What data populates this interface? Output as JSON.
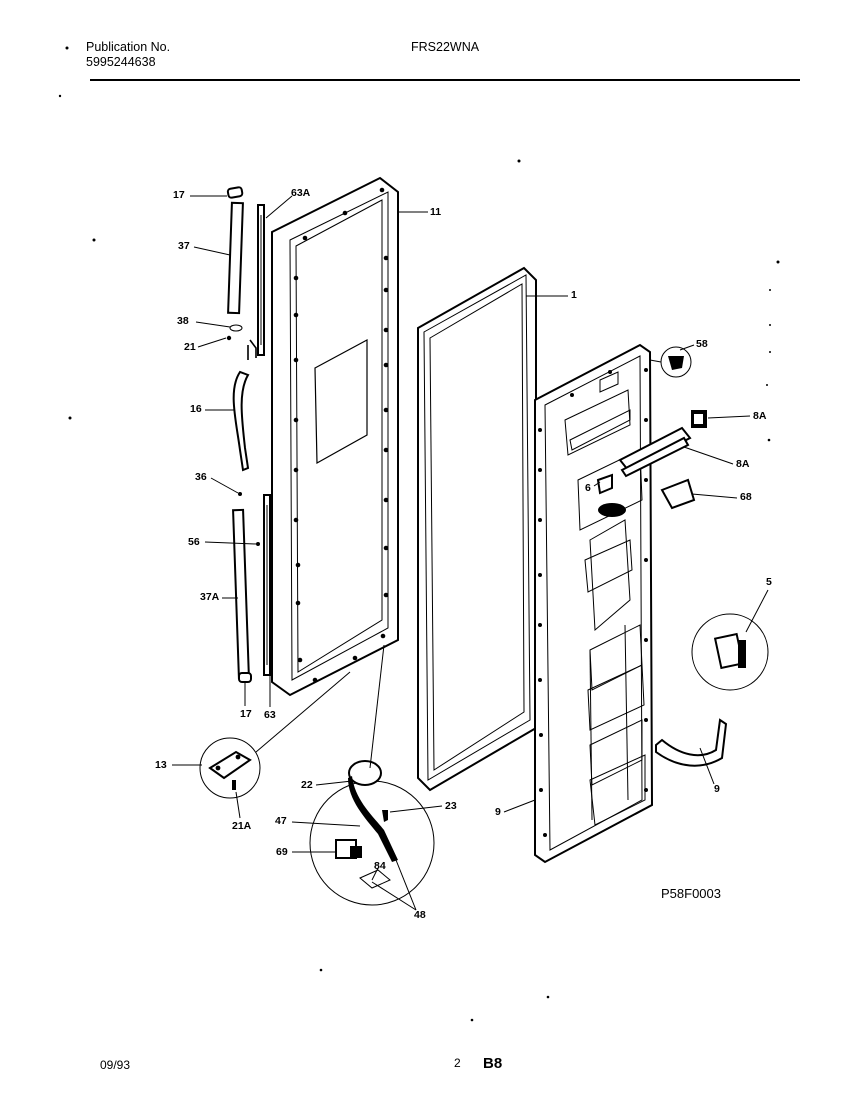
{
  "header": {
    "publication_label": "Publication No.",
    "publication_number": "5995244638",
    "model": "FRS22WNA"
  },
  "footer": {
    "date": "09/93",
    "page_number": "2",
    "section_code": "B8"
  },
  "diagram_id": "P58F0003",
  "callouts": {
    "c17_top": "17",
    "c63A": "63A",
    "c11": "11",
    "c37": "37",
    "c1": "1",
    "c38": "38",
    "c21": "21",
    "c58": "58",
    "c16": "16",
    "c8A_top": "8A",
    "c8A_mid": "8A",
    "c36": "36",
    "c6": "6",
    "c68": "68",
    "c56": "56",
    "c37A": "37A",
    "c5": "5",
    "c17_bot": "17",
    "c63": "63",
    "c13": "13",
    "c22": "22",
    "c23": "23",
    "c9_right": "9",
    "c9_left": "9",
    "c21A": "21A",
    "c47": "47",
    "c69": "69",
    "c84": "84",
    "c48": "48"
  }
}
